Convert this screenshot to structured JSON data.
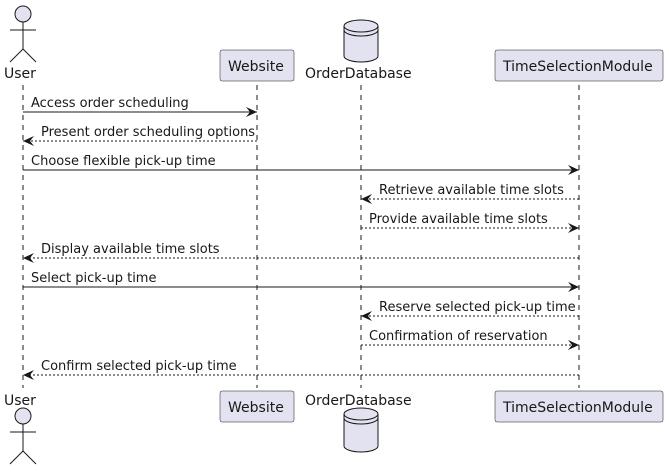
{
  "participants": [
    {
      "id": "user",
      "name": "User",
      "kind": "actor"
    },
    {
      "id": "website",
      "name": "Website",
      "kind": "participant"
    },
    {
      "id": "orderdb",
      "name": "OrderDatabase",
      "kind": "database"
    },
    {
      "id": "tsm",
      "name": "TimeSelectionModule",
      "kind": "participant"
    }
  ],
  "messages": [
    {
      "from": "user",
      "to": "website",
      "text": "Access order scheduling",
      "style": "solid"
    },
    {
      "from": "website",
      "to": "user",
      "text": "Present order scheduling options",
      "style": "dashed"
    },
    {
      "from": "user",
      "to": "tsm",
      "text": "Choose flexible pick-up time",
      "style": "solid"
    },
    {
      "from": "tsm",
      "to": "orderdb",
      "text": "Retrieve available time slots",
      "style": "dashed"
    },
    {
      "from": "orderdb",
      "to": "tsm",
      "text": "Provide available time slots",
      "style": "dashed"
    },
    {
      "from": "tsm",
      "to": "user",
      "text": "Display available time slots",
      "style": "dashed"
    },
    {
      "from": "user",
      "to": "tsm",
      "text": "Select pick-up time",
      "style": "solid"
    },
    {
      "from": "tsm",
      "to": "orderdb",
      "text": "Reserve selected pick-up time",
      "style": "dashed"
    },
    {
      "from": "orderdb",
      "to": "tsm",
      "text": "Confirmation of reservation",
      "style": "dashed"
    },
    {
      "from": "tsm",
      "to": "user",
      "text": "Confirm selected pick-up time",
      "style": "dashed"
    }
  ],
  "colors": {
    "participant_fill": "#E2E2F0",
    "participant_border": "#181818",
    "lifeline": "#181818",
    "arrow": "#181818",
    "text": "#181818"
  }
}
